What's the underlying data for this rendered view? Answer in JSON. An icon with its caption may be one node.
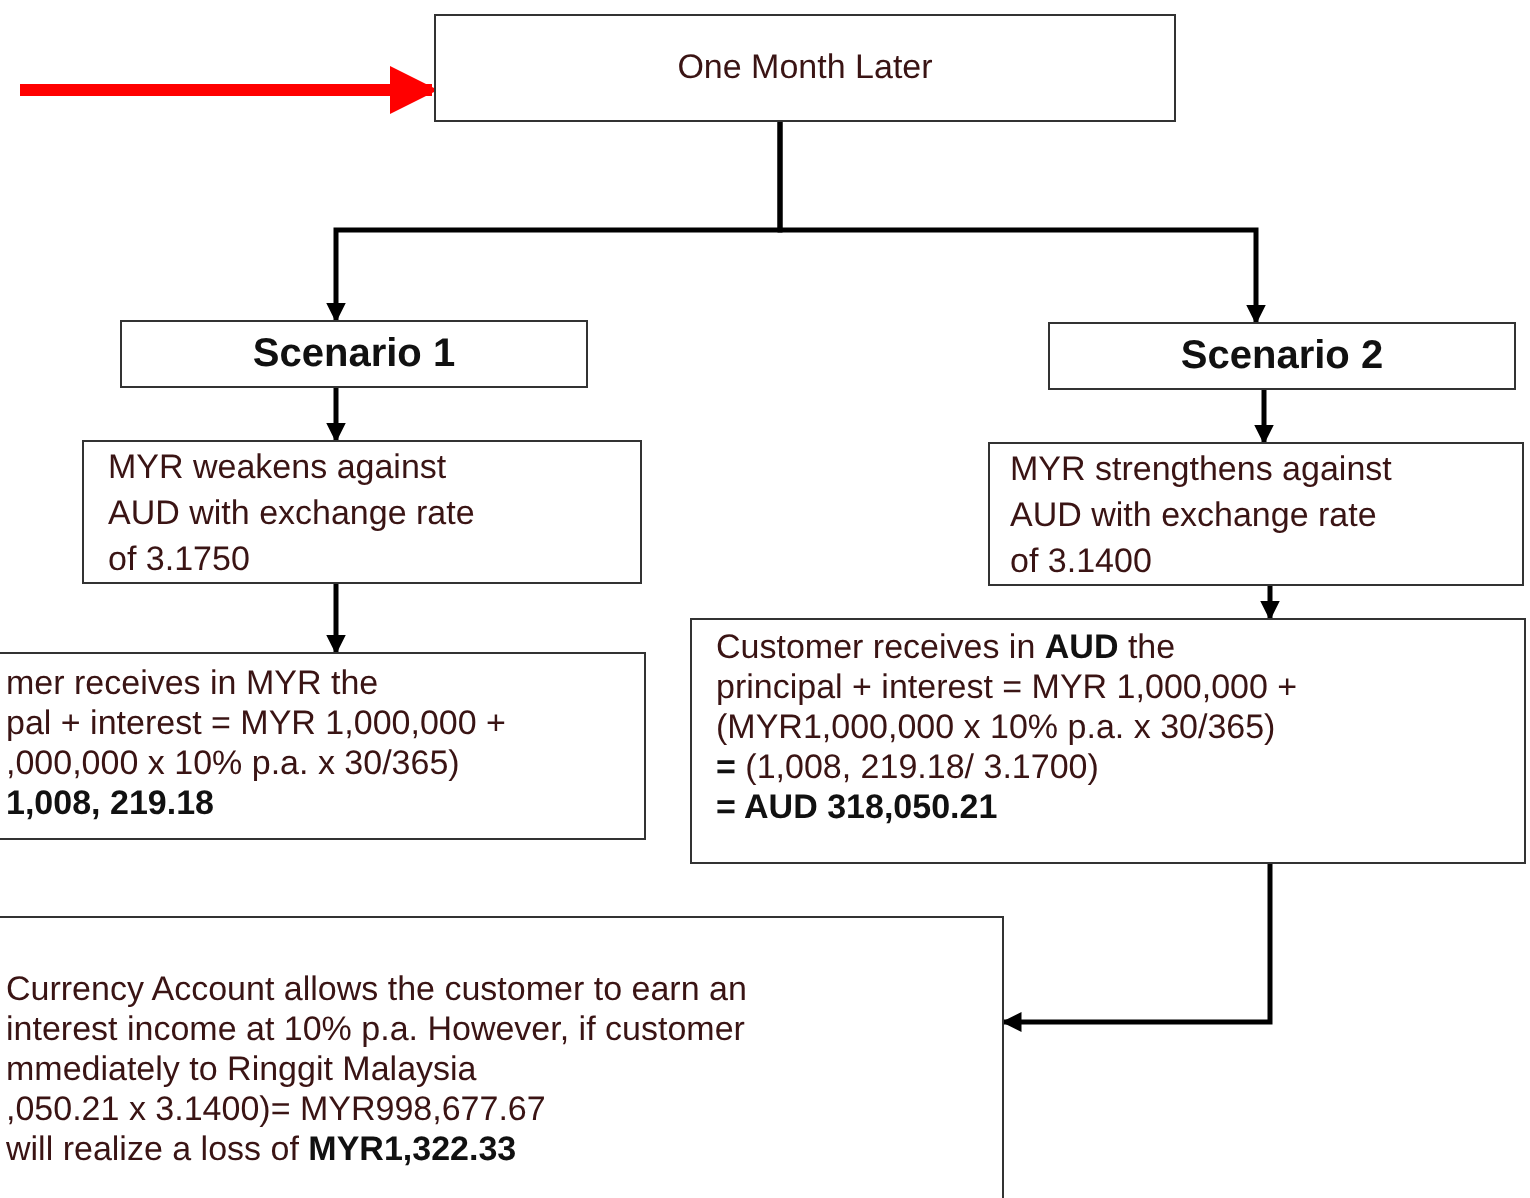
{
  "diagram": {
    "nodes": [
      {
        "text": [
          "One Month Later"
        ]
      },
      {
        "text": [
          "Scenario 1"
        ]
      },
      {
        "text": [
          "Scenario 2"
        ]
      },
      {
        "text": [
          "MYR weakens against",
          "AUD with exchange rate",
          "of 3.1750"
        ]
      },
      {
        "text": [
          "MYR strengthens against",
          "AUD with exchange rate",
          "of 3.1400"
        ]
      },
      {
        "text": [
          "mer receives in MYR the",
          "pal + interest = MYR 1,000,000 +",
          ",000,000 x 10% p.a. x 30/365)",
          "1,008, 219.18"
        ]
      },
      {
        "text": [
          "Customer receives in **AUD** the",
          "principal + interest = MYR 1,000,000 +",
          "(MYR1,000,000 x 10% p.a. x 30/365)",
          "**=** (1,008, 219.18/ 3.1700)",
          "= AUD 318,050.21"
        ]
      },
      {
        "text": [
          "Currency Account allows the  customer to earn an",
          "interest income at 10% p.a. However, if customer",
          "mmediately to Ringgit Malaysia",
          ",050.21 x 3.1400)= MYR998,677.67",
          "will realize a loss of **MYR1,322.33**"
        ]
      }
    ],
    "edges": [
      {
        "from": null,
        "to": 0,
        "arrow": "to",
        "style": "thick",
        "color": "#ff0000"
      },
      {
        "from": 0,
        "to": 1,
        "arrow": "to"
      },
      {
        "from": 0,
        "to": 2,
        "arrow": "to"
      },
      {
        "from": 1,
        "to": 3,
        "arrow": "to"
      },
      {
        "from": 2,
        "to": 4,
        "arrow": "to"
      },
      {
        "from": 3,
        "to": 5,
        "arrow": "to"
      },
      {
        "from": 4,
        "to": 6,
        "arrow": "to"
      },
      {
        "from": 6,
        "to": 7,
        "arrow": "to"
      }
    ]
  }
}
